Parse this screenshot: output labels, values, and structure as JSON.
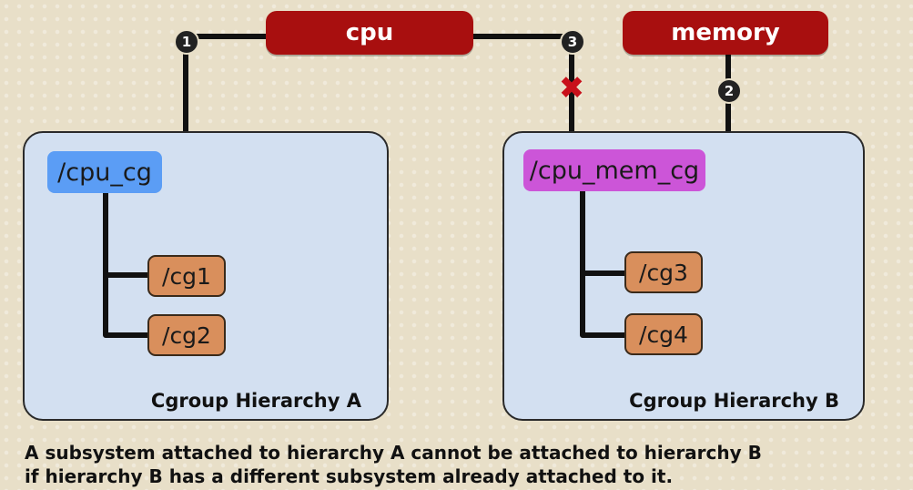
{
  "subsystems": {
    "cpu": "cpu",
    "memory": "memory"
  },
  "badges": {
    "one": "1",
    "two": "2",
    "three": "3"
  },
  "blocked_mark": "✖",
  "hierarchy_a": {
    "label": "Cgroup Hierarchy A",
    "root": "/cpu_cg",
    "children": [
      "/cg1",
      "/cg2"
    ]
  },
  "hierarchy_b": {
    "label": "Cgroup Hierarchy B",
    "root": "/cpu_mem_cg",
    "children": [
      "/cg3",
      "/cg4"
    ]
  },
  "caption": {
    "line1": "A subsystem attached to hierarchy A cannot be attached to hierarchy B",
    "line2": "if hierarchy B has a different subsystem already attached to it."
  },
  "colors": {
    "subsystem": "#a80f0f",
    "panel": "#d3e0f1",
    "root_a": "#5b9df5",
    "root_b": "#cc55d8",
    "leaf": "#d98f5c",
    "blocked": "#c8101a"
  }
}
